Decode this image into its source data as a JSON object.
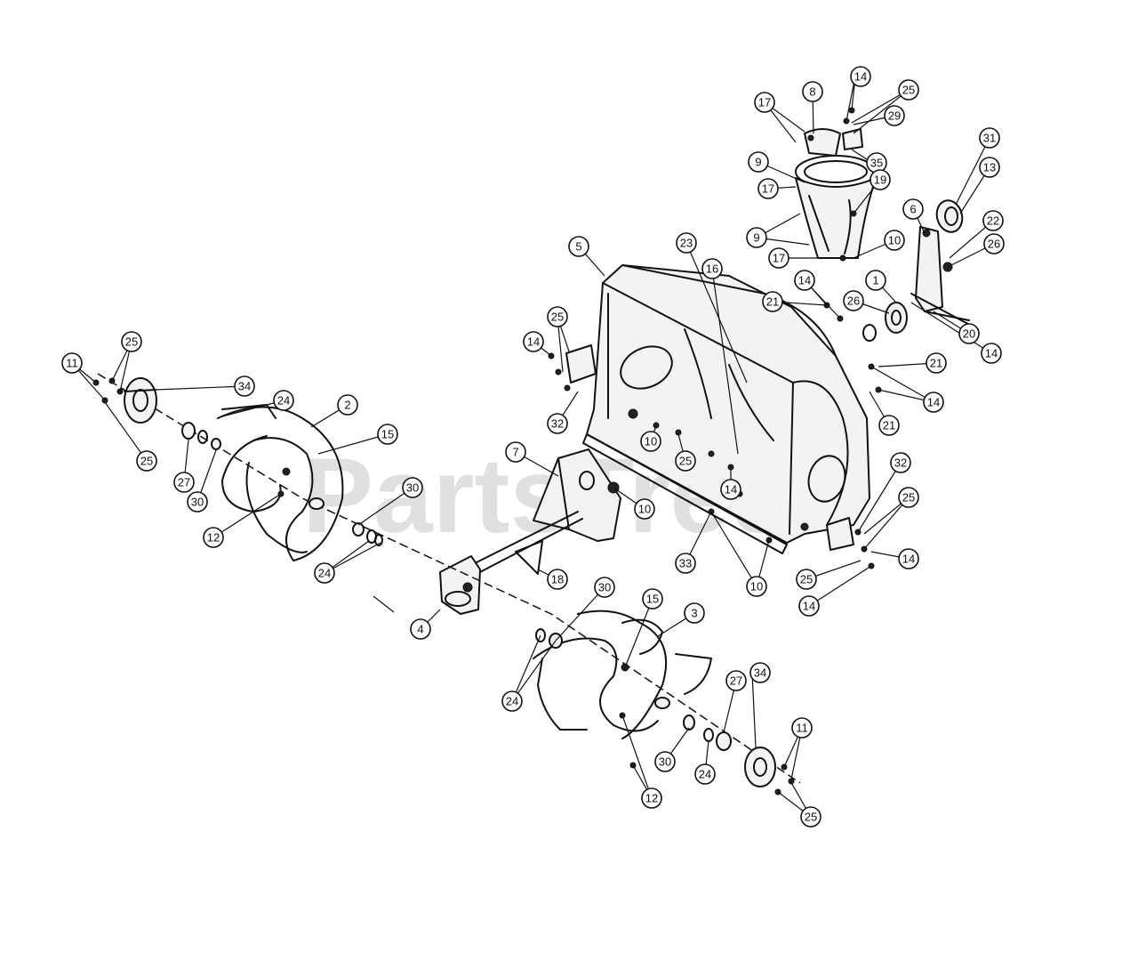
{
  "watermark": {
    "text": "PartsTree",
    "trademark": "™"
  },
  "callouts": [
    "1",
    "2",
    "3",
    "4",
    "5",
    "6",
    "7",
    "8",
    "9",
    "10",
    "11",
    "12",
    "13",
    "14",
    "15",
    "16",
    "17",
    "18",
    "19",
    "20",
    "21",
    "22",
    "23",
    "24",
    "25",
    "26",
    "27",
    "29",
    "30",
    "31",
    "32",
    "33",
    "34",
    "35"
  ]
}
